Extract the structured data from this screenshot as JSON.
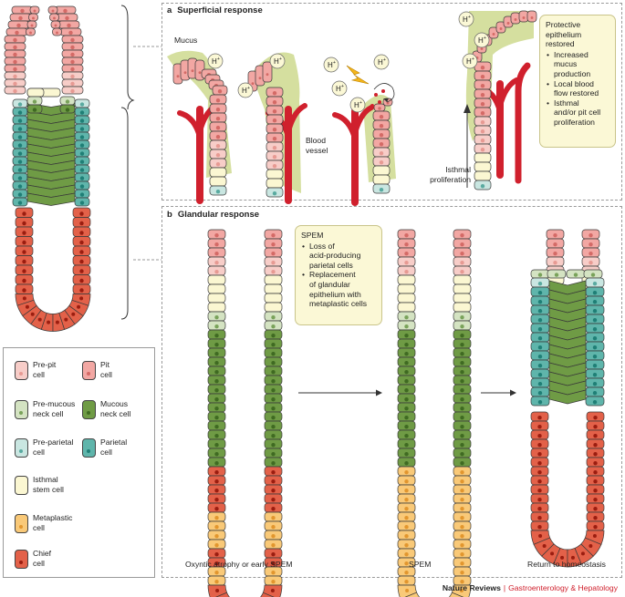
{
  "panel_a": {
    "letter": "a",
    "title": "Superficial response"
  },
  "panel_b": {
    "letter": "b",
    "title": "Glandular response"
  },
  "labels": {
    "mucus": "Mucus",
    "blood_vessel_1": "Blood",
    "blood_vessel_2": "vessel",
    "isthmal_1": "Isthmal",
    "isthmal_2": "proliferation",
    "hplus": "H",
    "plus": "+"
  },
  "callout_a": {
    "title": [
      "Protective",
      "epithelium",
      "restored"
    ],
    "items": [
      [
        "Increased",
        "mucus",
        "production"
      ],
      [
        "Local blood",
        "flow restored"
      ],
      [
        "Isthmal",
        "and/or pit cell",
        "proliferation"
      ]
    ]
  },
  "callout_b": {
    "title": "SPEM",
    "items": [
      [
        "Loss of",
        "acid-producing",
        "parietal cells"
      ],
      [
        "Replacement",
        "of glandular",
        "epithelium with",
        "metaplastic cells"
      ]
    ]
  },
  "captions": {
    "c1": "Oxyntic atrophy or early SPEM",
    "c2": "SPEM",
    "c3": "Return to homeostasis"
  },
  "legend": [
    {
      "id": "prepit",
      "l1": "Pre-pit",
      "l2": "cell",
      "fill": "#f7cdc8",
      "dot": "#e79a93"
    },
    {
      "id": "pit",
      "l1": "Pit",
      "l2": "cell",
      "fill": "#f2a7a3",
      "dot": "#d46a66"
    },
    {
      "id": "premucous",
      "l1": "Pre-mucous",
      "l2": "neck cell",
      "fill": "#d4e3c2",
      "dot": "#79a25a"
    },
    {
      "id": "mucous",
      "l1": "Mucous",
      "l2": "neck cell",
      "fill": "#6f9b45",
      "dot": "#3f6a22"
    },
    {
      "id": "preparietal",
      "l1": "Pre-parietal",
      "l2": "cell",
      "fill": "#c9e6e1",
      "dot": "#59aaa0"
    },
    {
      "id": "parietal",
      "l1": "Parietal",
      "l2": "cell",
      "fill": "#5fb5ab",
      "dot": "#1f7f76"
    },
    {
      "id": "isthmal",
      "l1": "Isthmal",
      "l2": "stem cell",
      "fill": "#fbf7d2",
      "dot": "#fbf7d2"
    },
    {
      "id": "metaplastic",
      "l1": "Metaplastic",
      "l2": "cell",
      "fill": "#f9c978",
      "dot": "#e2962e"
    },
    {
      "id": "chief",
      "l1": "Chief",
      "l2": "cell",
      "fill": "#e36149",
      "dot": "#9b1d10"
    }
  ],
  "colors": {
    "pit": "#f2a7a3",
    "prepit": "#f7cdc8",
    "isthmal": "#fbf7d2",
    "premucous": "#d4e3c2",
    "mucous": "#6f9b45",
    "preparietal": "#c9e6e1",
    "parietal": "#5fb5ab",
    "metaplastic": "#f9c978",
    "chief": "#e36149",
    "mucus": "#d5df9f",
    "vessel": "#d0202d",
    "hplus_fill": "#fbf8d6"
  },
  "footer": {
    "brand": "Nature Reviews",
    "sep": "|",
    "journal": "Gastroenterology & Hepatology"
  }
}
